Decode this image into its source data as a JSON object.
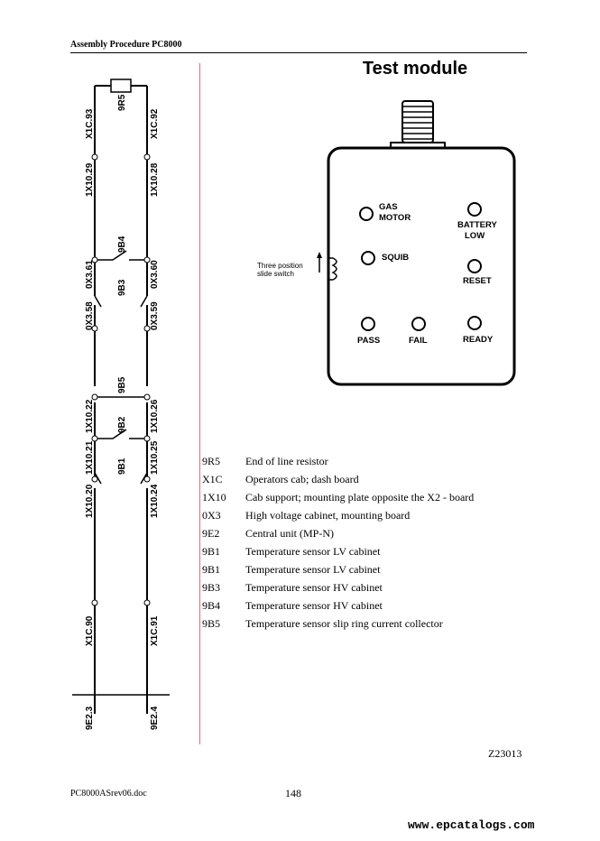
{
  "header": {
    "title": "Assembly Procedure PC8000"
  },
  "wiring": {
    "left_top": "X1C.93",
    "right_top": "X1C.92",
    "resistor": "9R5",
    "left_1": "1X10.29",
    "right_1": "1X10.28",
    "sensor_9b4": "9B4",
    "left_2": "0X3.61",
    "right_2": "0X3.60",
    "sensor_9b3": "9B3",
    "left_3": "0X3.58",
    "right_3": "0X3.59",
    "sensor_9b5": "9B5",
    "left_4": "1X10.22",
    "right_4": "1X10.26",
    "sensor_9b2": "9B2",
    "left_5": "1X10.21",
    "right_5": "1X10.25",
    "sensor_9b1": "9B1",
    "left_6": "1X10.20",
    "right_6": "1X10.24",
    "left_7": "X1C.90",
    "right_7": "X1C.91",
    "left_bottom": "9E2.3",
    "right_bottom": "9E2.4"
  },
  "module": {
    "title": "Test module",
    "gas_motor": [
      "GAS",
      "MOTOR"
    ],
    "battery_low": [
      "BATTERY",
      "LOW"
    ],
    "squib": "SQUIB",
    "reset": "RESET",
    "pass": "PASS",
    "fail": "FAIL",
    "ready": "READY",
    "switch_label": [
      "Three position",
      "slide switch"
    ]
  },
  "legend": [
    {
      "code": "9R5",
      "desc": "End of line resistor"
    },
    {
      "code": "X1C",
      "desc": "Operators cab; dash board"
    },
    {
      "code": "1X10",
      "desc": "Cab support; mounting plate opposite the X2 - board"
    },
    {
      "code": "0X3",
      "desc": "High voltage cabinet, mounting board"
    },
    {
      "code": "9E2",
      "desc": "Central unit (MP-N)"
    },
    {
      "code": "9B1",
      "desc": "Temperature sensor LV cabinet"
    },
    {
      "code": "9B1",
      "desc": "Temperature sensor LV cabinet"
    },
    {
      "code": "9B3",
      "desc": "Temperature sensor HV cabinet"
    },
    {
      "code": "9B4",
      "desc": "Temperature sensor HV cabinet"
    },
    {
      "code": "9B5",
      "desc": "Temperature sensor slip ring current collector"
    }
  ],
  "figure_id": "Z23013",
  "footer": {
    "file": "PC8000ASrev06.doc",
    "page": "148"
  },
  "watermark": "www.epcatalogs.com"
}
